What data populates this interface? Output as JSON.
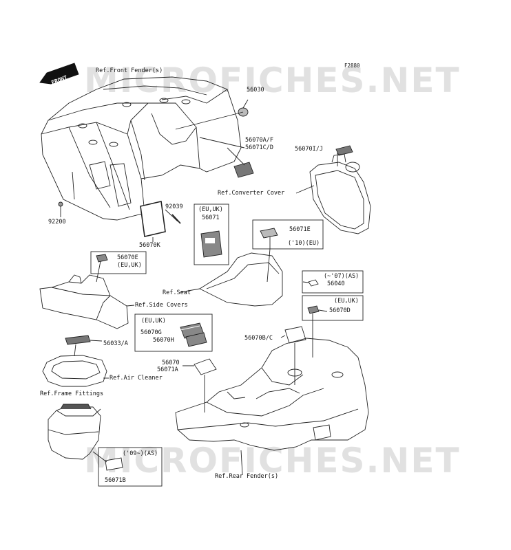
{
  "watermark": "MICROFICHES.NET",
  "diagram_code": "F2880",
  "front_arrow": "FRONT",
  "refs": {
    "front_fender": "Ref.Front Fender(s)",
    "converter_cover": "Ref.Converter Cover",
    "seat": "Ref.Seat",
    "side_covers": "Ref.Side Covers",
    "air_cleaner": "Ref.Air Cleaner",
    "frame_fittings": "Ref.Frame Fittings",
    "rear_fender": "Ref.Rear Fender(s)"
  },
  "parts": {
    "p56030": "56030",
    "p56070af": "56070A/F",
    "p56071cd": "56071C/D",
    "p56070ij": "56070I/J",
    "p92200": "92200",
    "p92039": "92039",
    "p56070k": "56070K",
    "box_euuk_1": "(EU,UK)",
    "p56071": "56071",
    "p56071e": "56071E",
    "note_10eu": "('10)(EU)",
    "p56070e": "56070E",
    "euuk_2": "(EU,UK)",
    "note_07as": "(~'07)(AS)",
    "p56040": "56040",
    "euuk_3": "(EU,UK)",
    "p56070d": "56070D",
    "euuk_4": "(EU,UK)",
    "p56070g": "56070G",
    "p56070h": "56070H",
    "p56070bc": "56070B/C",
    "p56033a": "56033/A",
    "p56070": "56070",
    "p56071a": "56071A",
    "note_09as": "('09~)(AS)",
    "p56071b": "56071B"
  }
}
